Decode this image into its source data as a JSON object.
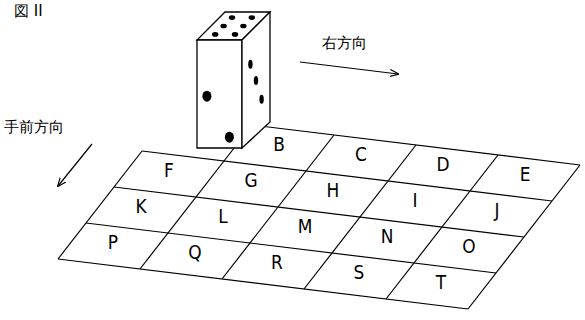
{
  "diagram": {
    "labels": [
      "図 II",
      "右方向",
      "手前方向",
      "B",
      "C",
      "D",
      "E",
      "F",
      "G",
      "H",
      "I",
      "J",
      "K",
      "L",
      "M",
      "N",
      "O",
      "P",
      "Q",
      "R",
      "S",
      "T"
    ]
  }
}
